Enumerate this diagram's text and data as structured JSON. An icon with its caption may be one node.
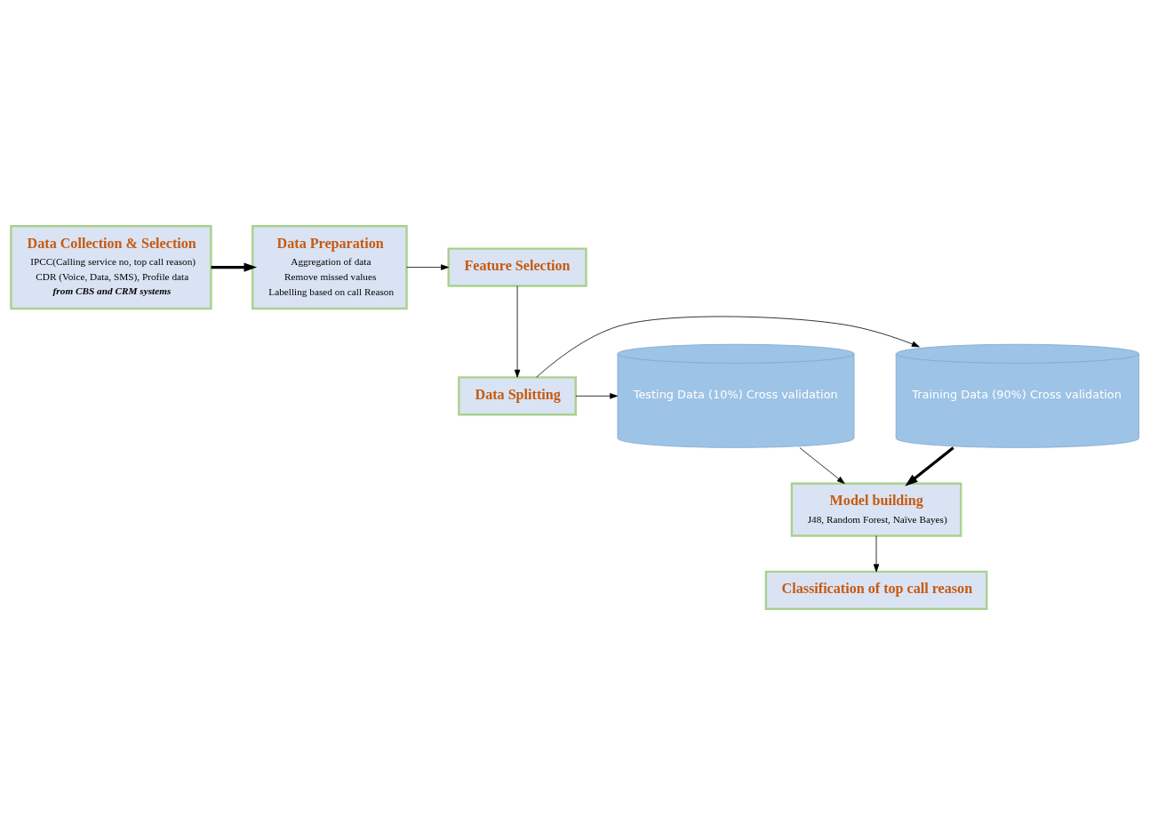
{
  "diagram": {
    "nodes": [
      {
        "text": [
          "Data Collection & Selection",
          "IPCC(Calling service no, top call reason)",
          "CDR (Voice, Data, SMS), Profile data",
          "from CBS and CRM systems"
        ]
      },
      {
        "text": [
          "Data Preparation",
          "Aggregation of data",
          "Remove missed values",
          "Labelling based on call Reason"
        ]
      },
      {
        "text": [
          "Feature Selection"
        ]
      },
      {
        "text": [
          "Data Splitting"
        ]
      },
      {
        "text": [
          "Training Data (90%) Cross validation"
        ]
      },
      {
        "text": [
          "Testing Data (10%) Cross validation"
        ]
      },
      {
        "text": [
          "Model building",
          "J48, Random Forest, Naïve Bayes)"
        ]
      },
      {
        "text": [
          "Classification of top call reason"
        ]
      }
    ],
    "edges": [
      {
        "from": 0,
        "to": 1,
        "arrow": "to",
        "style": "thick"
      },
      {
        "from": 1,
        "to": 2,
        "arrow": "to"
      },
      {
        "from": 2,
        "to": 3,
        "arrow": "to"
      },
      {
        "from": 3,
        "to": 4,
        "arrow": "to"
      },
      {
        "from": 3,
        "to": 5,
        "arrow": "to"
      },
      {
        "from": 4,
        "to": 6,
        "arrow": "to",
        "style": "thick"
      },
      {
        "from": 5,
        "to": 6,
        "arrow": "to"
      },
      {
        "from": 6,
        "to": 7,
        "arrow": "to"
      }
    ]
  }
}
